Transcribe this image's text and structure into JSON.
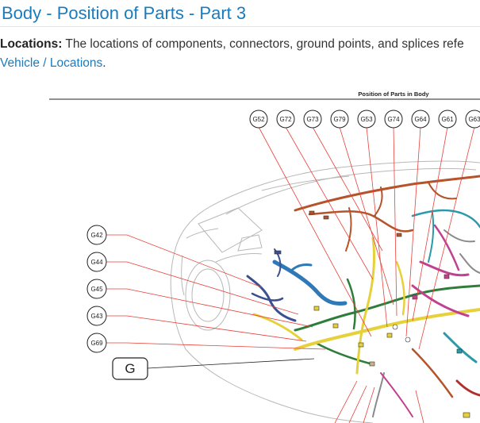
{
  "page": {
    "title": "Body - Position of Parts - Part 3",
    "intro": {
      "label": "Locations:",
      "text": " The locations of components, connectors, ground points, and splices refe",
      "link": "Vehicle / Locations",
      "suffix": "."
    }
  },
  "figure": {
    "caption": "Position of Parts in Body",
    "top_callouts": [
      "G52",
      "G72",
      "G73",
      "G79",
      "G53",
      "G74",
      "G64",
      "G61",
      "G63"
    ],
    "left_callouts": [
      "G42",
      "G44",
      "G45",
      "G43",
      "G69"
    ],
    "ground_label": "G",
    "colors": {
      "leader": "#e8413a",
      "outline": "#b8b8b8",
      "wire_orange": "#b5532a",
      "wire_blue": "#2e7ab8",
      "wire_navy": "#3c4f8f",
      "wire_green": "#2e7d3a",
      "wire_yellow": "#e6d13a",
      "wire_magenta": "#c2418f",
      "wire_teal": "#2a9aa8",
      "wire_gray": "#8a8a8a"
    }
  }
}
